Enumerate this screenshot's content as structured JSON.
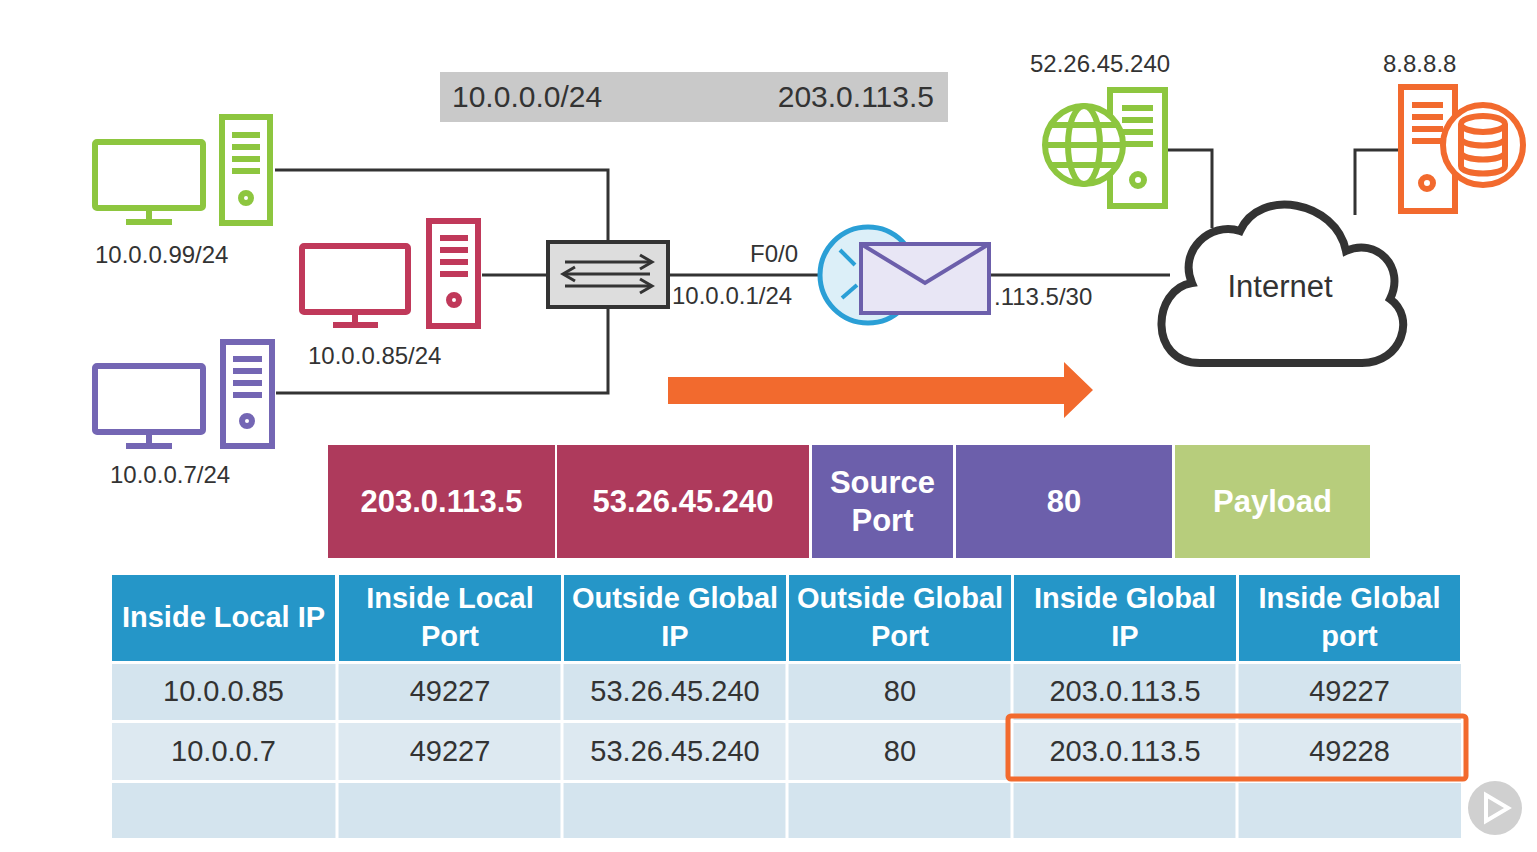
{
  "diagram": {
    "nodes": [
      {
        "text": [
          "10.0.0.0/24",
          "203.0.113.5"
        ]
      },
      {
        "text": [
          "Internet"
        ]
      },
      {
        "text": [
          "203.0.113.5"
        ]
      },
      {
        "text": [
          "53.26.45.240"
        ]
      },
      {
        "text": [
          "Source Port"
        ]
      },
      {
        "text": [
          "80"
        ]
      },
      {
        "text": [
          "Payload"
        ]
      }
    ],
    "labels": [
      "10.0.0.99/24",
      "10.0.0.85/24",
      "10.0.0.7/24",
      "F0/0",
      "10.0.0.1/24",
      ".113.5/30",
      "52.26.45.240",
      "8.8.8.8",
      "Inside Local IP",
      "Inside Local Port",
      "Outside Global IP",
      "Outside Global Port",
      "Inside Global IP",
      "Inside Global port",
      "10.0.0.85",
      "49227",
      "53.26.45.240",
      "80",
      "203.0.113.5",
      "49227",
      "10.0.0.7",
      "49227",
      "53.26.45.240",
      "80",
      "203.0.113.5",
      "49228"
    ]
  }
}
